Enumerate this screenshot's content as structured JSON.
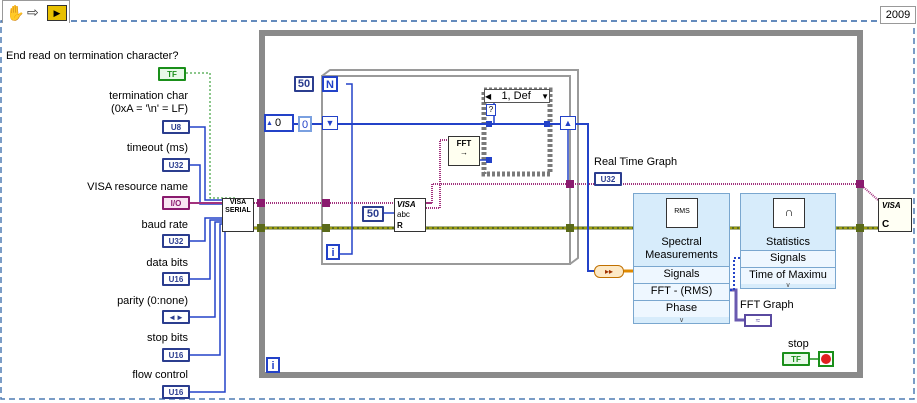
{
  "toolbar": {
    "run_icon": "hand-icon",
    "arrow_icon": "arrow-right-icon",
    "vi_icon": "vi-icon"
  },
  "year": "2009",
  "controls": [
    {
      "id": "term_enable",
      "label": "End read on termination character?",
      "type": "TF"
    },
    {
      "id": "term_char",
      "label": "termination char\n(0xA = '\\n' = LF)",
      "type": "U8"
    },
    {
      "id": "timeout",
      "label": "timeout (ms)",
      "type": "U32"
    },
    {
      "id": "visa_res",
      "label": "VISA resource name",
      "type": "I/O"
    },
    {
      "id": "baud",
      "label": "baud rate",
      "type": "U32"
    },
    {
      "id": "data_bits",
      "label": "data bits",
      "type": "U16"
    },
    {
      "id": "parity",
      "label": "parity (0:none)",
      "type": "◄►"
    },
    {
      "id": "stop_bits",
      "label": "stop bits",
      "type": "U16"
    },
    {
      "id": "flow",
      "label": "flow control",
      "type": "U16"
    }
  ],
  "for_loop": {
    "count": "50",
    "count_terminal": "N",
    "index_terminal": "i",
    "shift_init": "0",
    "shift_init_display": "0"
  },
  "visa_read": {
    "bytes": "50",
    "label": "abc",
    "r_label": "R"
  },
  "case_selector": "1, Def",
  "case_question": "?",
  "fft_label": "FFT",
  "real_time_graph": {
    "label": "Real Time Graph",
    "type": "U32"
  },
  "spectral": {
    "title": "Spectral\nMeasurements",
    "rows": [
      "Signals",
      "FFT - (RMS)",
      "Phase"
    ],
    "icon_text": "RMS"
  },
  "statistics": {
    "title": "Statistics",
    "rows": [
      "Signals",
      "Time of Maximu"
    ]
  },
  "fft_graph": {
    "label": "FFT Graph"
  },
  "stop": {
    "label": "stop",
    "type": "TF"
  },
  "while_index": "i",
  "visa_close": "C",
  "visa_configure": "VISA\nSERIAL",
  "visa_open_icon": "VISA",
  "colors": {
    "blue_wire": "#2342c8",
    "pink_wire": "#a2327e",
    "green_wire": "#1a8f1a",
    "loop_border": "#8a8a8a",
    "dash": "#4f7bb4",
    "node_fill": "#d7ecfb"
  }
}
